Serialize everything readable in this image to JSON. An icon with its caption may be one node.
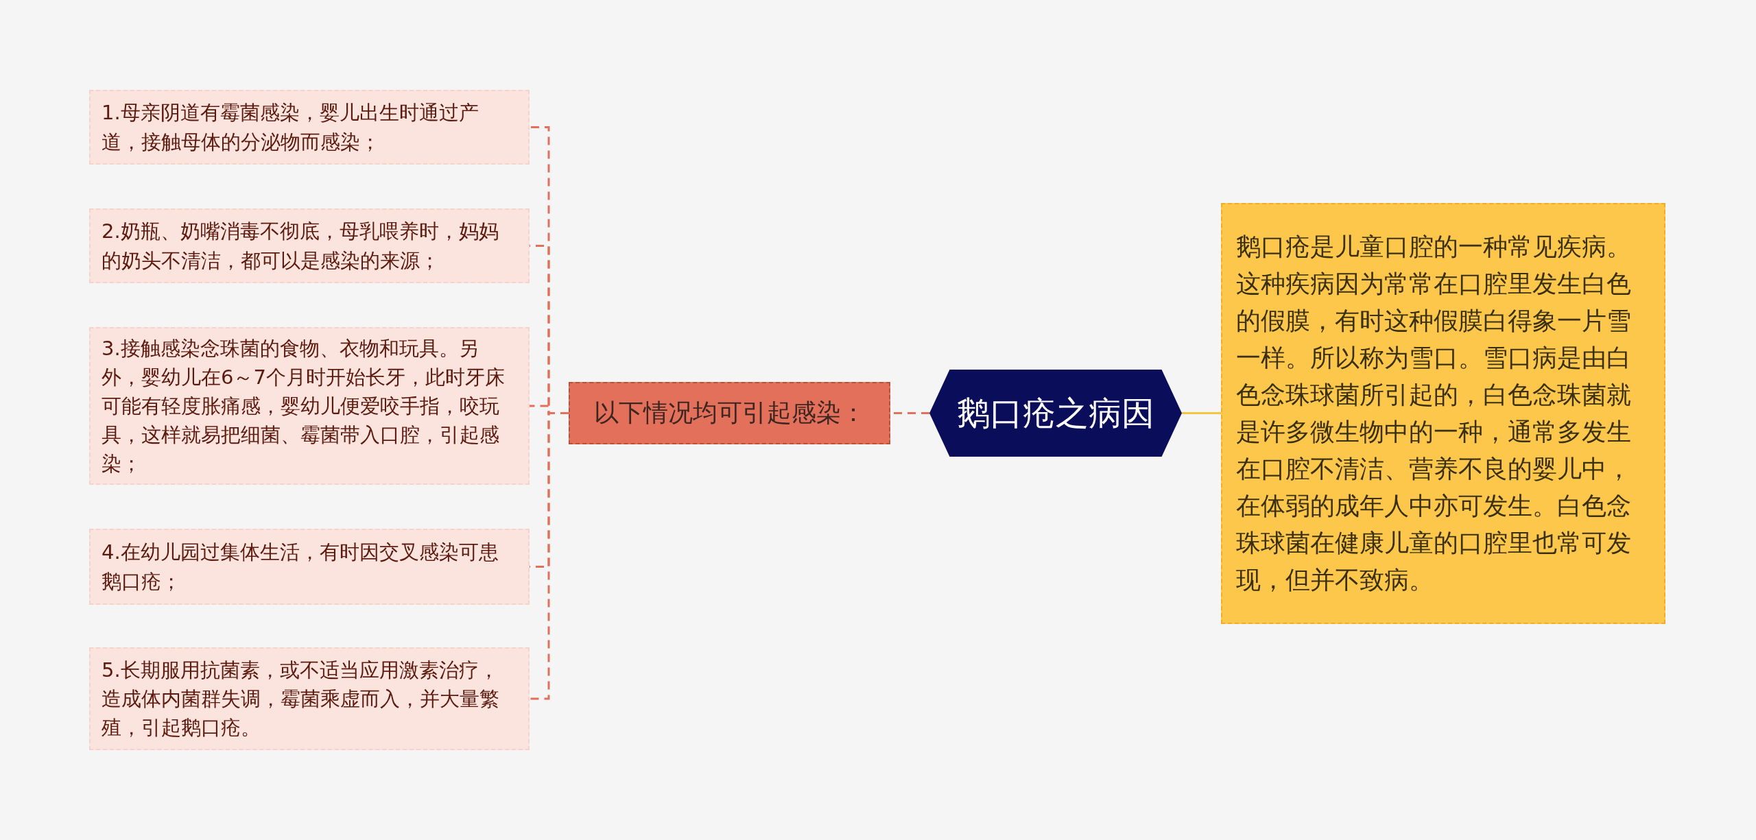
{
  "diagram": {
    "nodes": [
      {
        "text": [
          "鹅口疮之病因"
        ]
      },
      {
        "text": [
          "以下情况均可引起感染："
        ]
      },
      {
        "text": [
          "1.母亲阴道有霉菌感染，婴儿出生时通过产道，接触母体的分泌物而感染；"
        ]
      },
      {
        "text": [
          "2.奶瓶、奶嘴消毒不彻底，母乳喂养时，妈妈的奶头不清洁，都可以是感染的来源；"
        ]
      },
      {
        "text": [
          "3.接触感染念珠菌的食物、衣物和玩具。另外，婴幼儿在6～7个月时开始长牙，此时牙床可能有轻度胀痛感，婴幼儿便爱咬手指，咬玩具，这样就易把细菌、霉菌带入口腔，引起感染；"
        ]
      },
      {
        "text": [
          "4.在幼儿园过集体生活，有时因交叉感染可患鹅口疮；"
        ]
      },
      {
        "text": [
          "5.长期服用抗菌素，或不适当应用激素治疗，造成体内菌群失调，霉菌乘虚而入，并大量繁殖，引起鹅口疮。"
        ]
      },
      {
        "text": [
          "鹅口疮是儿童口腔的一种常见疾病。这种疾病因为常常在口腔里发生白色的假膜，有时这种假膜白得象一片雪一样。所以称为雪口。雪口病是由白色念珠球菌所引起的，白色念珠菌就是许多微生物中的一种，通常多发生在口腔不清洁、营养不良的婴儿中，在体弱的成年人中亦可发生。白色念珠球菌在健康儿童的口腔里也常可发现，但并不致病。"
        ]
      }
    ],
    "edges": [
      {
        "from": 0,
        "to": 1,
        "arrow": "none",
        "style": "dashed"
      },
      {
        "from": 1,
        "to": 2,
        "arrow": "none",
        "style": "dashed"
      },
      {
        "from": 1,
        "to": 3,
        "arrow": "none",
        "style": "dashed"
      },
      {
        "from": 1,
        "to": 4,
        "arrow": "none",
        "style": "dashed"
      },
      {
        "from": 1,
        "to": 5,
        "arrow": "none",
        "style": "dashed"
      },
      {
        "from": 1,
        "to": 6,
        "arrow": "none",
        "style": "dashed"
      },
      {
        "from": 0,
        "to": 7,
        "arrow": "none",
        "color": "#f5c443"
      }
    ]
  }
}
